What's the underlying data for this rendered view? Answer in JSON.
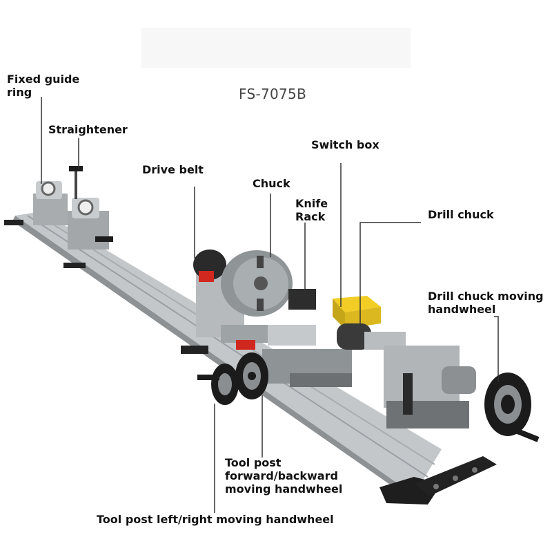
{
  "model": "FS-7075B",
  "labels": {
    "fixed_guide_ring_1": "Fixed guide",
    "fixed_guide_ring_2": "ring",
    "straightener": "Straightener",
    "drive_belt": "Drive belt",
    "chuck": "Chuck",
    "knife_rack_1": "Knife",
    "knife_rack_2": "Rack",
    "switch_box": "Switch box",
    "drill_chuck": "Drill chuck",
    "drill_chuck_handwheel_1": "Drill chuck moving",
    "drill_chuck_handwheel_2": "handwheel",
    "tool_post_fb_1": "Tool post",
    "tool_post_fb_2": "forward/backward",
    "tool_post_fb_3": "moving handwheel",
    "tool_post_lr": "Tool post left/right moving handwheel"
  },
  "colors": {
    "rail": "#b8bcbf",
    "metal": "#9ea3a6",
    "dark": "#1c1c1c",
    "accent": "#e8c21a",
    "red": "#d0281f"
  }
}
